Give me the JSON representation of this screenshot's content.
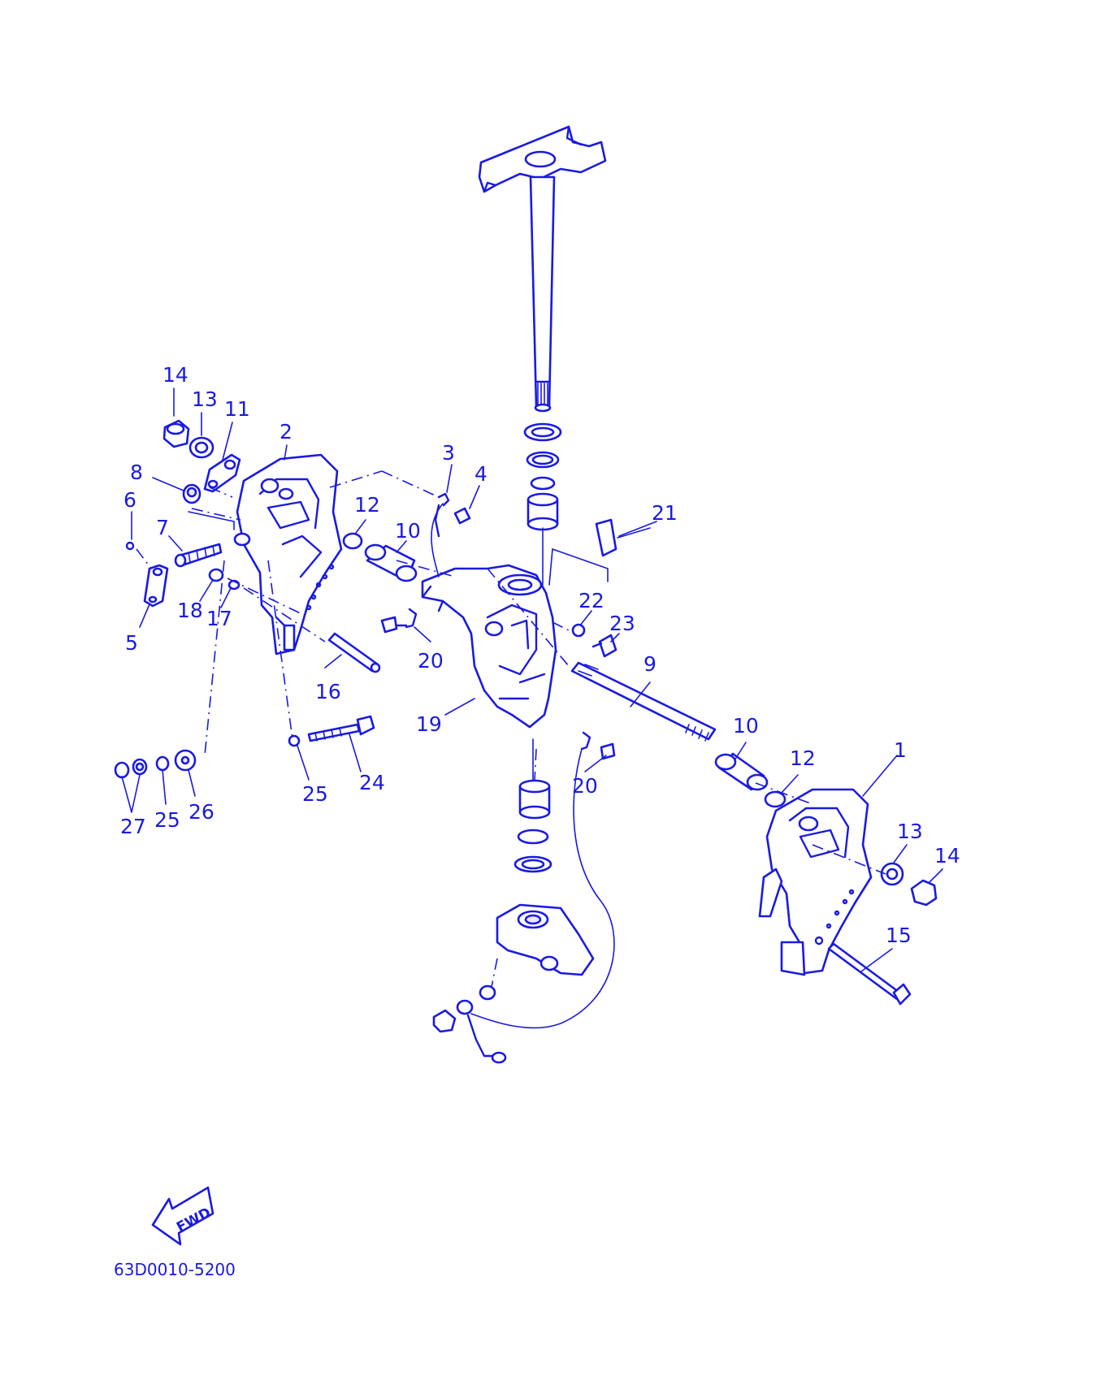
{
  "diagram": {
    "code": "63D0010-5200",
    "fwd_label": "FWD",
    "callouts": [
      {
        "id": "c14a",
        "text": "14"
      },
      {
        "id": "c13a",
        "text": "13"
      },
      {
        "id": "c11",
        "text": "11"
      },
      {
        "id": "c2",
        "text": "2"
      },
      {
        "id": "c8",
        "text": "8"
      },
      {
        "id": "c6",
        "text": "6"
      },
      {
        "id": "c7",
        "text": "7"
      },
      {
        "id": "c5",
        "text": "5"
      },
      {
        "id": "c18",
        "text": "18"
      },
      {
        "id": "c17",
        "text": "17"
      },
      {
        "id": "c3",
        "text": "3"
      },
      {
        "id": "c4",
        "text": "4"
      },
      {
        "id": "c12a",
        "text": "12"
      },
      {
        "id": "c10a",
        "text": "10"
      },
      {
        "id": "c21",
        "text": "21"
      },
      {
        "id": "c22",
        "text": "22"
      },
      {
        "id": "c23",
        "text": "23"
      },
      {
        "id": "c20a",
        "text": "20"
      },
      {
        "id": "c9",
        "text": "9"
      },
      {
        "id": "c16",
        "text": "16"
      },
      {
        "id": "c19",
        "text": "19"
      },
      {
        "id": "c10b",
        "text": "10"
      },
      {
        "id": "c12b",
        "text": "12"
      },
      {
        "id": "c1",
        "text": "1"
      },
      {
        "id": "c20b",
        "text": "20"
      },
      {
        "id": "c24",
        "text": "24"
      },
      {
        "id": "c25a",
        "text": "25"
      },
      {
        "id": "c27",
        "text": "27"
      },
      {
        "id": "c25b",
        "text": "25"
      },
      {
        "id": "c26",
        "text": "26"
      },
      {
        "id": "c13b",
        "text": "13"
      },
      {
        "id": "c14b",
        "text": "14"
      },
      {
        "id": "c15",
        "text": "15"
      }
    ]
  }
}
